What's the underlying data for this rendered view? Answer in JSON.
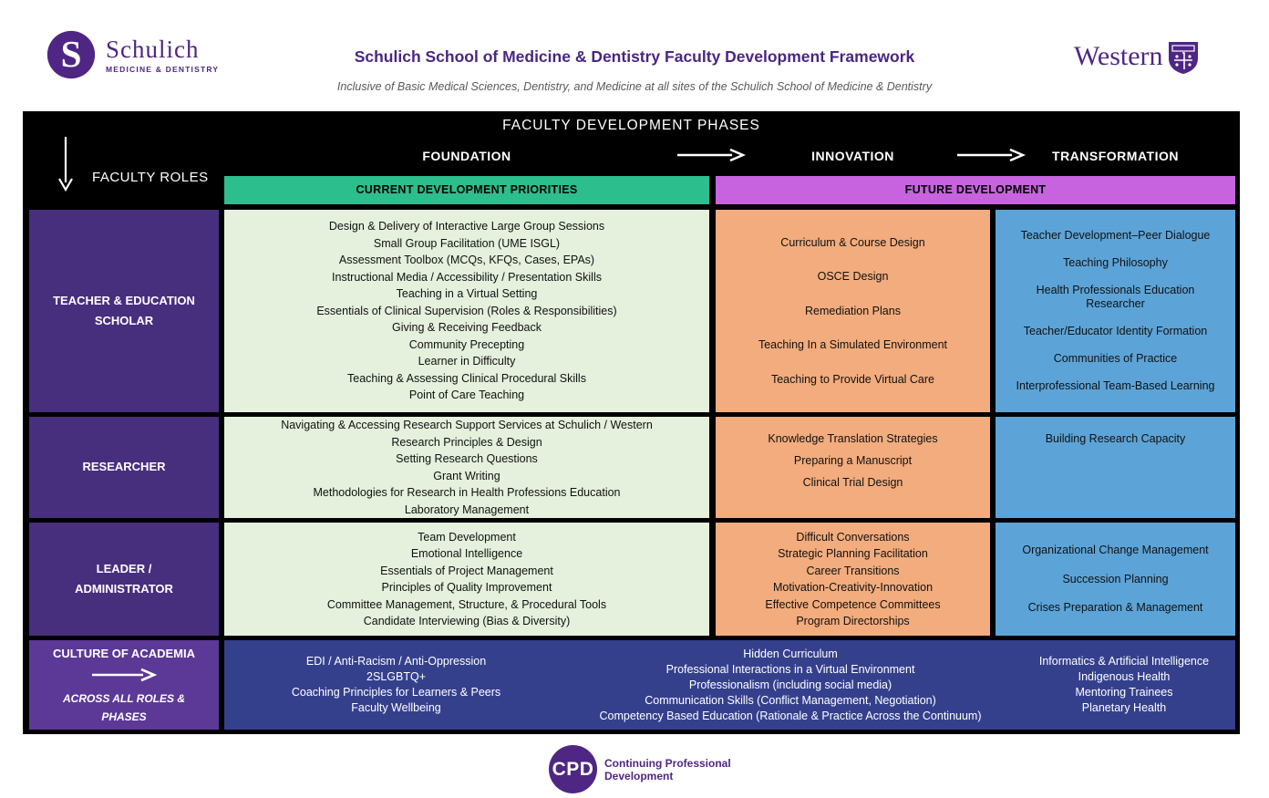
{
  "header": {
    "schulich_logo_name": "Schulich",
    "schulich_logo_tagline": "MEDICINE & DENTISTRY",
    "title": "Schulich School of Medicine & Dentistry Faculty Development Framework",
    "subtitle": "Inclusive of Basic Medical Sciences, Dentistry, and Medicine at all sites of the Schulich School of Medicine & Dentistry",
    "western_logo_name": "Western"
  },
  "framework": {
    "phases_title": "FACULTY DEVELOPMENT PHASES",
    "roles_axis_label": "FACULTY ROLES",
    "phases": [
      "FOUNDATION",
      "INNOVATION",
      "TRANSFORMATION"
    ],
    "bars": {
      "current": "CURRENT DEVELOPMENT PRIORITIES",
      "future": "FUTURE DEVELOPMENT"
    },
    "rows": [
      {
        "role": "TEACHER & EDUCATION SCHOLAR",
        "foundation": [
          "Design & Delivery of Interactive Large Group Sessions",
          "Small Group Facilitation (UME ISGL)",
          "Assessment Toolbox (MCQs, KFQs, Cases, EPAs)",
          "Instructional Media / Accessibility / Presentation Skills",
          "Teaching in a Virtual Setting",
          "Essentials of Clinical Supervision (Roles & Responsibilities)",
          "Giving & Receiving Feedback",
          "Community Precepting",
          "Learner in Difficulty",
          "Teaching & Assessing Clinical Procedural Skills",
          "Point of Care Teaching"
        ],
        "innovation": [
          "Curriculum & Course Design",
          "OSCE Design",
          "Remediation Plans",
          "Teaching In a Simulated Environment",
          "Teaching to Provide Virtual Care"
        ],
        "transformation": [
          "Teacher Development–Peer Dialogue",
          "Teaching Philosophy",
          "Health Professionals Education Researcher",
          "Teacher/Educator Identity Formation",
          "Communities of Practice",
          "Interprofessional Team-Based Learning"
        ]
      },
      {
        "role": "RESEARCHER",
        "foundation": [
          "Navigating & Accessing Research Support Services at Schulich / Western",
          "Research Principles & Design",
          "Setting Research Questions",
          "Grant Writing",
          "Methodologies for Research in Health Professions Education",
          "Laboratory Management"
        ],
        "innovation": [
          "Knowledge Translation Strategies",
          "Preparing a Manuscript",
          "Clinical Trial Design"
        ],
        "transformation": [
          "Building Research Capacity"
        ]
      },
      {
        "role": "LEADER / ADMINISTRATOR",
        "foundation": [
          "Team Development",
          "Emotional Intelligence",
          "Essentials of Project Management",
          "Principles of Quality Improvement",
          "Committee Management, Structure, & Procedural Tools",
          "Candidate Interviewing (Bias & Diversity)"
        ],
        "innovation": [
          "Difficult Conversations",
          "Strategic Planning Facilitation",
          "Career Transitions",
          "Motivation-Creativity-Innovation",
          "Effective Competence Committees",
          "Program Directorships"
        ],
        "transformation": [
          "Organizational Change Management",
          "Succession Planning",
          "Crises Preparation & Management"
        ]
      }
    ],
    "culture_row": {
      "role": "CULTURE OF ACADEMIA",
      "role_sub": "ACROSS ALL ROLES & PHASES",
      "col1": [
        "EDI / Anti-Racism / Anti-Oppression",
        "2SLGBTQ+",
        "Coaching Principles for Learners & Peers",
        "Faculty Wellbeing"
      ],
      "col2": [
        "Hidden Curriculum",
        "Professional Interactions in a Virtual Environment",
        "Professionalism (including social media)",
        "Communication Skills (Conflict Management, Negotiation)",
        "Competency Based Education (Rationale & Practice Across the Continuum)"
      ],
      "col3": [
        "Informatics & Artificial Intelligence",
        "Indigenous Health",
        "Mentoring Trainees",
        "Planetary Health"
      ]
    }
  },
  "footer": {
    "cpd_abbr": "CPD",
    "cpd_label": "Continuing Professional\nDevelopment"
  },
  "colors": {
    "brand_purple": "#4f2683",
    "role_purple": "#472f7e",
    "culture_purple": "#5c3996",
    "green_bar": "#2dbe8d",
    "magenta_bar": "#c763df",
    "foundation_cell": "#e5f0dd",
    "innovation_cell": "#f2ac7d",
    "transformation_cell": "#5ca4d8",
    "culture_band": "#35408d",
    "table_background": "#000000"
  }
}
